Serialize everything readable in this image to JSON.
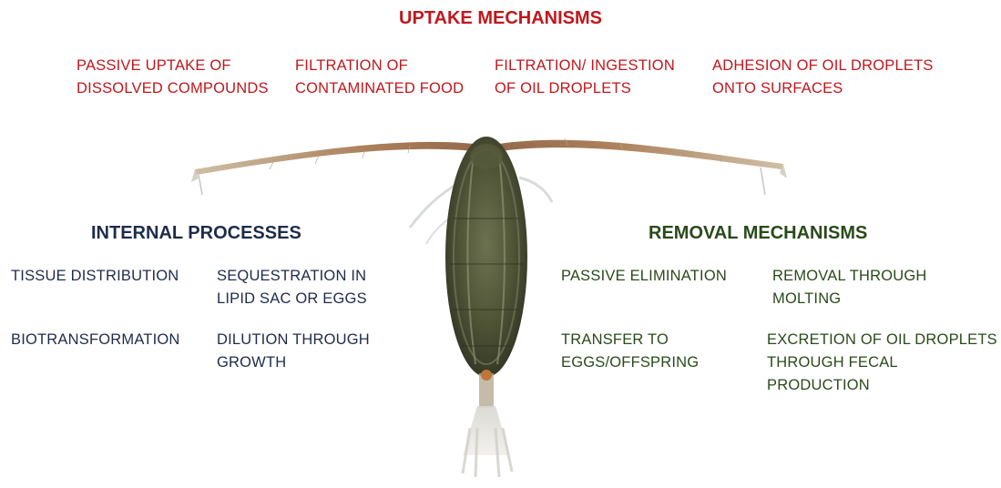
{
  "uptake": {
    "title": "UPTAKE MECHANISMS",
    "items": [
      "PASSIVE UPTAKE OF\nDISSOLVED COMPOUNDS",
      "FILTRATION OF\nCONTAMINATED FOOD",
      "FILTRATION/ INGESTION\nOF OIL DROPLETS",
      "ADHESION OF OIL DROPLETS\nONTO SURFACES"
    ]
  },
  "internal": {
    "title": "INTERNAL PROCESSES",
    "items": [
      "TISSUE DISTRIBUTION",
      "SEQUESTRATION IN\nLIPID SAC OR EGGS",
      "BIOTRANSFORMATION",
      "DILUTION THROUGH\nGROWTH"
    ]
  },
  "removal": {
    "title": "REMOVAL MECHANISMS",
    "items": [
      "PASSIVE ELIMINATION",
      "REMOVAL THROUGH\nMOLTING",
      "TRANSFER TO\nEGGS/OFFSPRING",
      "EXCRETION OF OIL DROPLETS\nTHROUGH FECAL PRODUCTION"
    ]
  },
  "colors": {
    "uptake": "#c0171c",
    "internal": "#1e2c4a",
    "removal": "#2a4a1a"
  }
}
